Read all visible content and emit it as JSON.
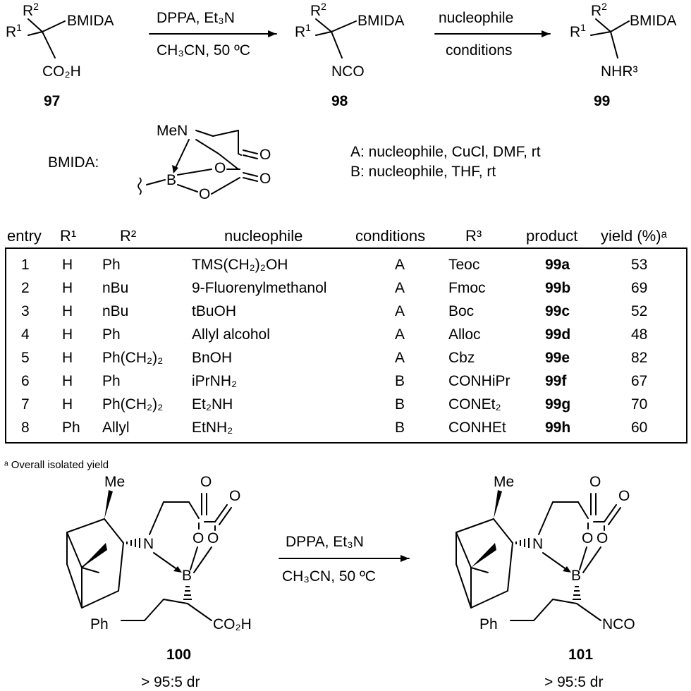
{
  "scheme_top": {
    "reagents_1_top": "DPPA, Et₃N",
    "reagents_1_bottom": "CH₃CN, 50 ºC",
    "reagents_2_top": "nucleophile",
    "reagents_2_bottom": "conditions",
    "compound_97": "97",
    "compound_98": "98",
    "compound_99": "99",
    "r1": "R",
    "r2": "R",
    "bmida": "BMIDA",
    "co2h": "CO₂H",
    "nco": "NCO",
    "nhr3": "NHR³"
  },
  "bmida_legend": {
    "label": "BMIDA:",
    "men": "MeN",
    "b": "B",
    "o": "O",
    "condition_a": "A: nucleophile, CuCl, DMF, rt",
    "condition_b": "B: nucleophile, THF, rt"
  },
  "table": {
    "headers": [
      "entry",
      "R¹",
      "R²",
      "nucleophile",
      "conditions",
      "R³",
      "product",
      "yield (%)ᵃ"
    ],
    "rows": [
      {
        "entry": "1",
        "r1": "H",
        "r2": "Ph",
        "nucleophile": "TMS(CH₂)₂OH",
        "conditions": "A",
        "r3": "Teoc",
        "product": "99a",
        "yield": "53"
      },
      {
        "entry": "2",
        "r1": "H",
        "r2": "nBu",
        "nucleophile": "9-Fluorenylmethanol",
        "conditions": "A",
        "r3": "Fmoc",
        "product": "99b",
        "yield": "69"
      },
      {
        "entry": "3",
        "r1": "H",
        "r2": "nBu",
        "nucleophile": "tBuOH",
        "conditions": "A",
        "r3": "Boc",
        "product": "99c",
        "yield": "52"
      },
      {
        "entry": "4",
        "r1": "H",
        "r2": "Ph",
        "nucleophile": "Allyl alcohol",
        "conditions": "A",
        "r3": "Alloc",
        "product": "99d",
        "yield": "48"
      },
      {
        "entry": "5",
        "r1": "H",
        "r2": "Ph(CH₂)₂",
        "nucleophile": "BnOH",
        "conditions": "A",
        "r3": "Cbz",
        "product": "99e",
        "yield": "82"
      },
      {
        "entry": "6",
        "r1": "H",
        "r2": "Ph",
        "nucleophile": "iPrNH₂",
        "conditions": "B",
        "r3": "CONHiPr",
        "product": "99f",
        "yield": "67"
      },
      {
        "entry": "7",
        "r1": "H",
        "r2": "Ph(CH₂)₂",
        "nucleophile": "Et₂NH",
        "conditions": "B",
        "r3": "CONEt₂",
        "product": "99g",
        "yield": "70"
      },
      {
        "entry": "8",
        "r1": "Ph",
        "r2": "Allyl",
        "nucleophile": "EtNH₂",
        "conditions": "B",
        "r3": "CONHEt",
        "product": "99h",
        "yield": "60"
      }
    ],
    "footnote": "ᵃ Overall isolated yield"
  },
  "scheme_bottom": {
    "reagents_top": "DPPA, Et₃N",
    "reagents_bottom": "CH₃CN, 50 ºC",
    "compound_100": "100",
    "compound_101": "101",
    "dr_100": "> 95:5 dr",
    "dr_101": "> 95:5 dr",
    "me": "Me",
    "n": "N",
    "b": "B",
    "o": "O",
    "ph": "Ph",
    "co2h": "CO₂H",
    "nco": "NCO"
  }
}
